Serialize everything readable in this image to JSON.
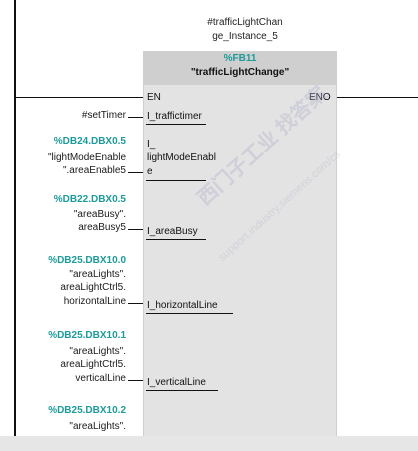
{
  "instance": {
    "line1": "#trafficLightChan",
    "line2": "ge_Instance_5"
  },
  "block": {
    "fb_number": "%FB11",
    "fb_name": "\"trafficLightChange\""
  },
  "pins": {
    "en": "EN",
    "eno": "ENO",
    "p1": "I_traffictimer",
    "p2_l1": "I_",
    "p2_l2": "lightModeEnabl",
    "p2_l3": "e",
    "p3": "I_areaBusy",
    "p4": "I_horizontalLine",
    "p5": "I_verticalLine"
  },
  "operands": {
    "o1": "#setTimer",
    "o2_addr": "%DB24.DBX0.5",
    "o2_l1": "\"lightModeEnable",
    "o2_l2": "\".areaEnable5",
    "o3_addr": "%DB22.DBX0.5",
    "o3_l1": "\"areaBusy\".",
    "o3_l2": "areaBusy5",
    "o4_addr": "%DB25.DBX10.0",
    "o4_l1": "\"areaLights\".",
    "o4_l2": "areaLightCtrl5.",
    "o4_l3": "horizontalLine",
    "o5_addr": "%DB25.DBX10.1",
    "o5_l1": "\"areaLights\".",
    "o5_l2": "areaLightCtrl5.",
    "o5_l3": "verticalLine",
    "o6_addr": "%DB25.DBX10.2",
    "o6_l1": "\"areaLights\"."
  },
  "watermark": {
    "text1": "西门子工业  找答案",
    "text2": "support.industry.siemens.com/cs"
  }
}
